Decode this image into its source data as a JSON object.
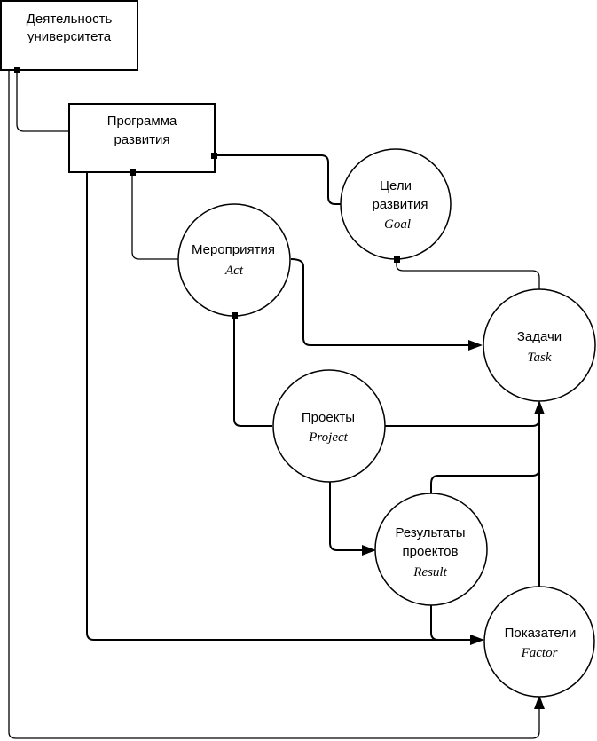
{
  "diagram": {
    "nodes": {
      "university": {
        "lines": [
          "Деятельность",
          "университета"
        ],
        "en": ""
      },
      "program": {
        "lines": [
          "Программа",
          "развития"
        ],
        "en": ""
      },
      "goals": {
        "lines": [
          "Цели",
          "развития"
        ],
        "en": "Goal"
      },
      "events": {
        "lines": [
          "Мероприятия"
        ],
        "en": "Act"
      },
      "tasks": {
        "lines": [
          "Задачи"
        ],
        "en": "Task"
      },
      "projects": {
        "lines": [
          "Проекты"
        ],
        "en": "Project"
      },
      "results": {
        "lines": [
          "Результаты",
          "проектов"
        ],
        "en": "Result"
      },
      "factors": {
        "lines": [
          "Показатели"
        ],
        "en": "Factor"
      }
    },
    "edges": [
      {
        "from": "university",
        "to": "program",
        "type": "composition"
      },
      {
        "from": "university",
        "to": "factors",
        "type": "arrow"
      },
      {
        "from": "program",
        "to": "goals",
        "type": "composition"
      },
      {
        "from": "program",
        "to": "events",
        "type": "composition"
      },
      {
        "from": "program",
        "to": "factors",
        "type": "arrow"
      },
      {
        "from": "goals",
        "to": "tasks",
        "type": "composition"
      },
      {
        "from": "events",
        "to": "tasks",
        "type": "arrow"
      },
      {
        "from": "events",
        "to": "projects",
        "type": "composition"
      },
      {
        "from": "projects",
        "to": "tasks",
        "type": "arrow"
      },
      {
        "from": "projects",
        "to": "results",
        "type": "arrow"
      },
      {
        "from": "results",
        "to": "tasks",
        "type": "arrow"
      },
      {
        "from": "results",
        "to": "factors",
        "type": "arrow"
      },
      {
        "from": "factors",
        "to": "tasks",
        "type": "arrow"
      }
    ]
  }
}
